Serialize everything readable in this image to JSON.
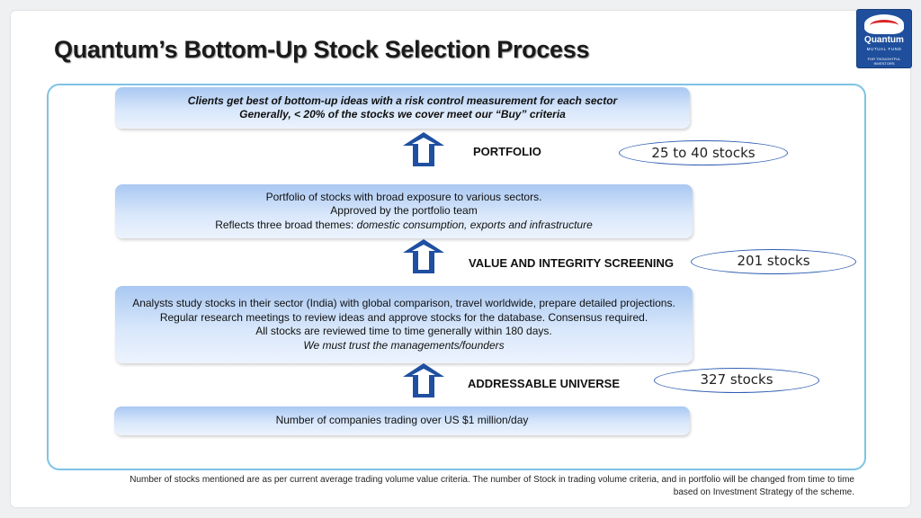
{
  "title": "Quantum’s Bottom-Up Stock Selection Process",
  "logo": {
    "name": "Quantum",
    "subtitle": "MUTUAL FUND",
    "tagline": "FOR THOUGHTFUL INVESTORS"
  },
  "boxes": {
    "top": {
      "line1": "Clients get best of bottom-up ideas with a risk control measurement for each sector",
      "line2": "Generally, < 20% of the stocks we cover meet our “Buy” criteria"
    },
    "portfolio_desc": {
      "line1": "Portfolio of stocks with broad exposure to various sectors.",
      "line2": "Approved by the portfolio team",
      "line3_prefix": "Reflects three broad themes: ",
      "line3_italic": "domestic consumption, exports and infrastructure"
    },
    "analysts": {
      "line1": "Analysts study stocks in their sector (India) with global comparison, travel worldwide, prepare detailed projections. Regular research meetings to review ideas and approve stocks for the database. Consensus required.",
      "line2": "All stocks are reviewed time to time generally within 180 days.",
      "line3": "We must trust the managements/founders"
    },
    "universe": {
      "line1": "Number of companies trading over US $1 million/day"
    }
  },
  "stages": [
    {
      "label": "PORTFOLIO",
      "count": "25 to 40 stocks"
    },
    {
      "label": "VALUE AND INTEGRITY SCREENING",
      "count": "201 stocks"
    },
    {
      "label": "ADDRESSABLE UNIVERSE",
      "count": "327 stocks"
    }
  ],
  "footnote": {
    "line1": "Number of stocks mentioned are as per current average trading volume value criteria. The number of Stock in trading volume criteria, and in portfolio will be changed from time to time",
    "line2": "based on Investment Strategy of the scheme."
  },
  "colors": {
    "arrow": "#1f4fa1",
    "frame": "#7ec3e6",
    "box_top": "#a9c8f2",
    "oval_border": "#2f5db2"
  }
}
